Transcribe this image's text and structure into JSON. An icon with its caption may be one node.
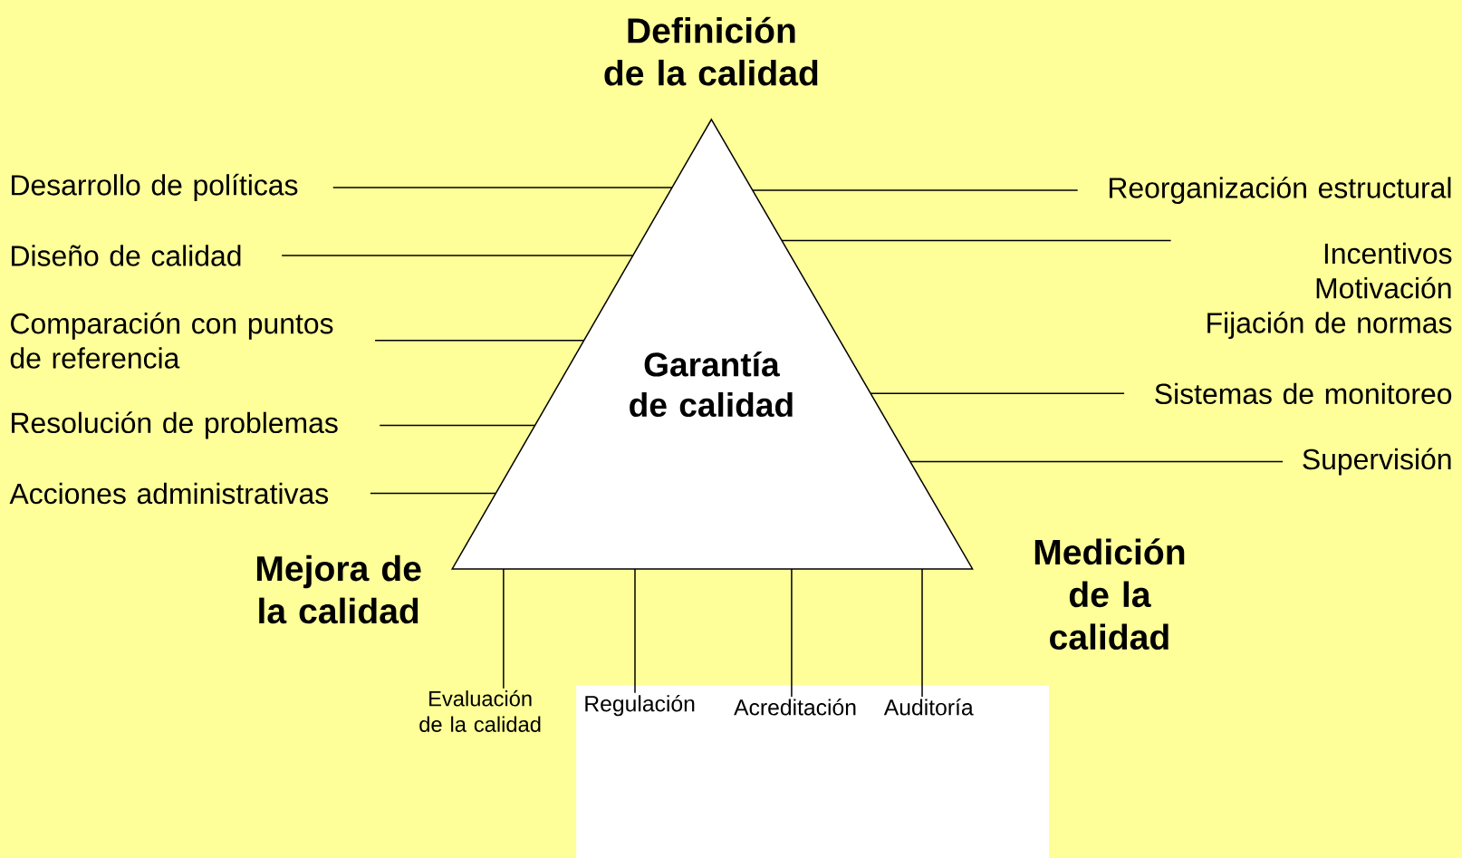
{
  "diagram": {
    "nodes": [
      {
        "text": [
          "Garantía de calidad"
        ]
      },
      {
        "text": [
          "Desarrollo de políticas"
        ]
      },
      {
        "text": [
          "Diseño de calidad"
        ]
      },
      {
        "text": [
          "Comparación con puntos de referencia"
        ]
      },
      {
        "text": [
          "Resolución de problemas"
        ]
      },
      {
        "text": [
          "Acciones administrativas"
        ]
      },
      {
        "text": [
          "Reorganización estructural"
        ]
      },
      {
        "text": [
          "Incentivos",
          "Motivación",
          "Fijación de normas"
        ]
      },
      {
        "text": [
          "Sistemas de monitoreo"
        ]
      },
      {
        "text": [
          "Supervisión"
        ]
      },
      {
        "text": [
          "Evaluación de la calidad"
        ]
      },
      {
        "text": [
          "Regulación"
        ]
      },
      {
        "text": [
          "Acreditación"
        ]
      },
      {
        "text": [
          "Auditoría"
        ]
      }
    ],
    "edges": [
      {
        "from": 1,
        "to": 0,
        "arrow": "none"
      },
      {
        "from": 2,
        "to": 0,
        "arrow": "none"
      },
      {
        "from": 3,
        "to": 0,
        "arrow": "none"
      },
      {
        "from": 4,
        "to": 0,
        "arrow": "none"
      },
      {
        "from": 5,
        "to": 0,
        "arrow": "none"
      },
      {
        "from": 6,
        "to": 0,
        "arrow": "none"
      },
      {
        "from": 7,
        "to": 0,
        "arrow": "none"
      },
      {
        "from": 8,
        "to": 0,
        "arrow": "none"
      },
      {
        "from": 9,
        "to": 0,
        "arrow": "none"
      },
      {
        "from": 10,
        "to": 0,
        "arrow": "none"
      },
      {
        "from": 11,
        "to": 0,
        "arrow": "none"
      },
      {
        "from": 12,
        "to": 0,
        "arrow": "none"
      },
      {
        "from": 13,
        "to": 0,
        "arrow": "none"
      }
    ],
    "labels": [
      "Definición de la calidad",
      "Mejora de la calidad",
      "Medición de la calidad"
    ]
  }
}
